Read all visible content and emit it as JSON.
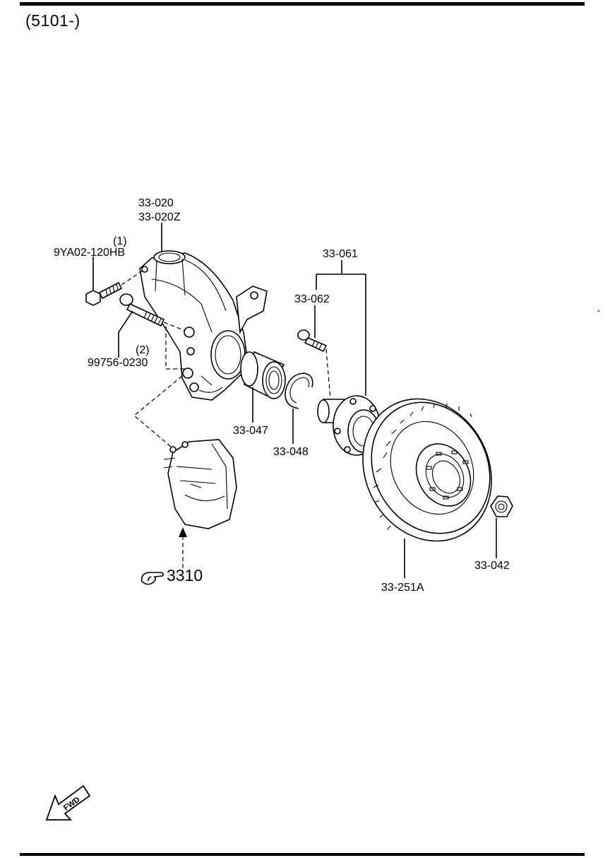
{
  "diagram": {
    "serial_range": "(5101-)",
    "labels": {
      "knuckle_1": "33-020",
      "knuckle_2": "33-020Z",
      "bolt_1_qty": "(1)",
      "bolt_1": "9YA02-120HB",
      "bolt_2_qty": "(2)",
      "bolt_2": "99756-0230",
      "hub_assy": "33-061",
      "hub_bolt": "33-062",
      "bearing": "33-047",
      "snap_ring": "33-048",
      "disc": "33-251A",
      "nut": "33-042",
      "caliper_ref": "3310"
    },
    "fwd_label": "FWD"
  }
}
